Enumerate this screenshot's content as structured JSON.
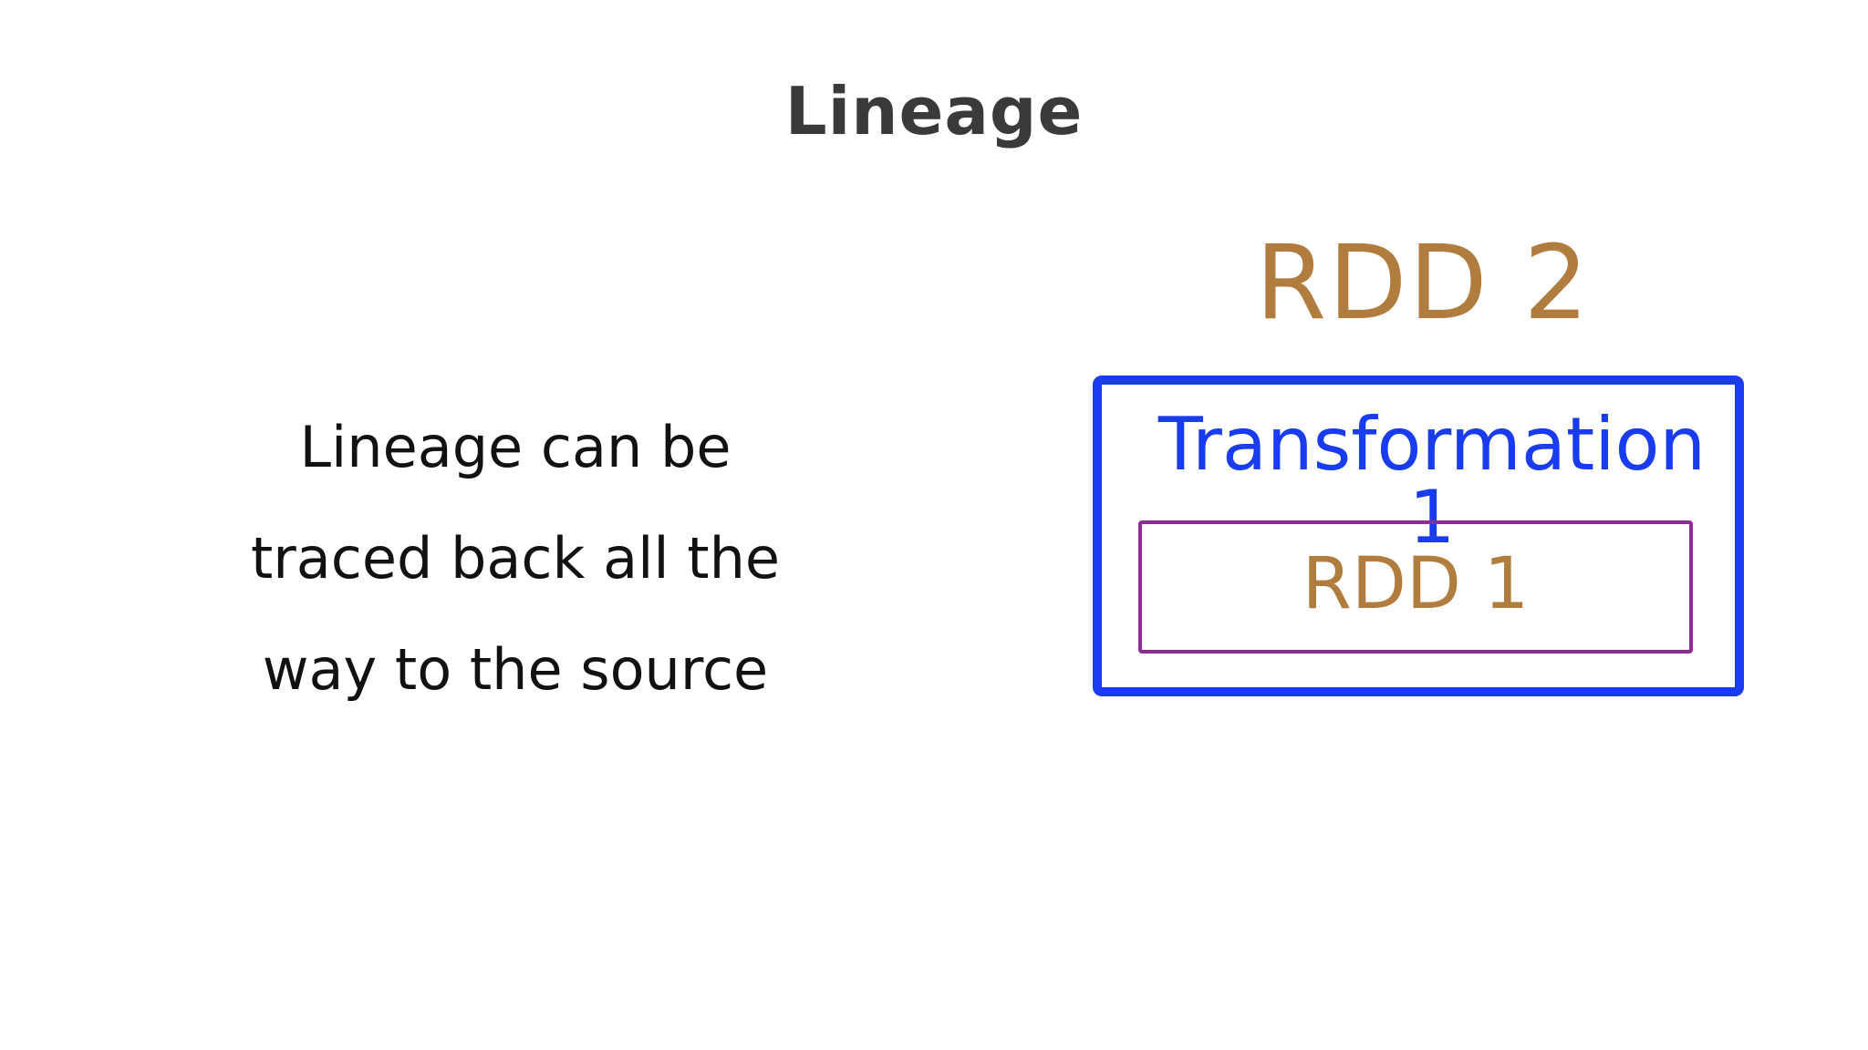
{
  "slide": {
    "title": "Lineage",
    "description": "Lineage can be traced back all the way to the source"
  },
  "diagram": {
    "outer_label": "RDD 2",
    "transformation_label": "Transformation 1",
    "inner_label": "RDD 1"
  },
  "colors": {
    "title": "#3a3a3a",
    "description": "#111111",
    "rdd_label": "#b07d3e",
    "transformation": "#1a3cf0",
    "outer_border": "#1a3cf0",
    "inner_border": "#8e2b94",
    "background": "#ffffff"
  }
}
